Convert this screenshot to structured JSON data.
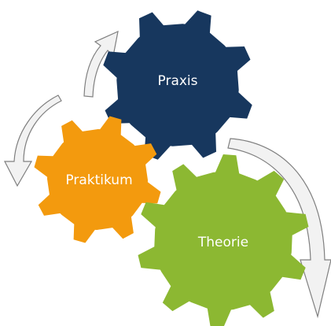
{
  "diagram": {
    "gears": [
      {
        "id": "praxis",
        "label": "Praxis",
        "color": "#17375e"
      },
      {
        "id": "praktikum",
        "label": "Praktikum",
        "color": "#f39a0e"
      },
      {
        "id": "theorie",
        "label": "Theorie",
        "color": "#8cb832"
      }
    ],
    "arrows": [
      {
        "id": "praktikum-to-praxis",
        "from": "praktikum",
        "to": "praxis",
        "icon": "curved-arrow-icon"
      },
      {
        "id": "praxis-to-praktikum",
        "from": "praxis",
        "to": "praktikum",
        "icon": "curved-arrow-icon"
      },
      {
        "id": "praxis-to-theorie",
        "from": "praxis",
        "to": "theorie",
        "icon": "curved-arrow-icon"
      }
    ]
  }
}
